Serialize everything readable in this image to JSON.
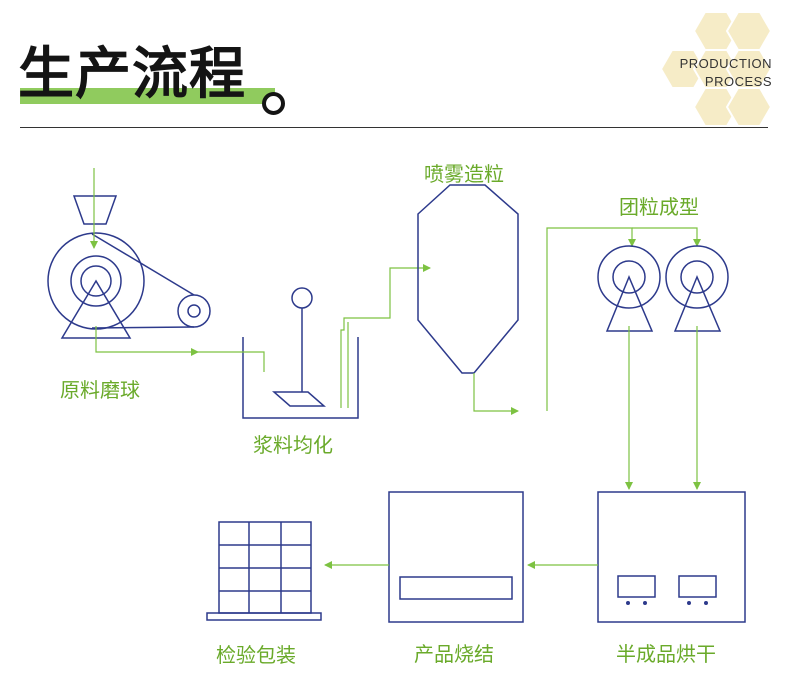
{
  "header": {
    "title": "生产流程",
    "subtitle_line1": "PRODUCTION",
    "subtitle_line2": "PROCESS"
  },
  "steps": {
    "raw_milling": "原料磨球",
    "slurry_homogenize": "浆料均化",
    "spray_granulation": "喷雾造粒",
    "pellet_forming": "团粒成型",
    "semi_drying": "半成品烘干",
    "product_sintering": "产品烧结",
    "inspection_packing": "检验包装"
  },
  "colors": {
    "equipment": "#2d3a8c",
    "flow": "#7dc242",
    "label": "#6aaa2a",
    "hexagon": "#f6ecc7",
    "title_bar": "#7dc242"
  }
}
